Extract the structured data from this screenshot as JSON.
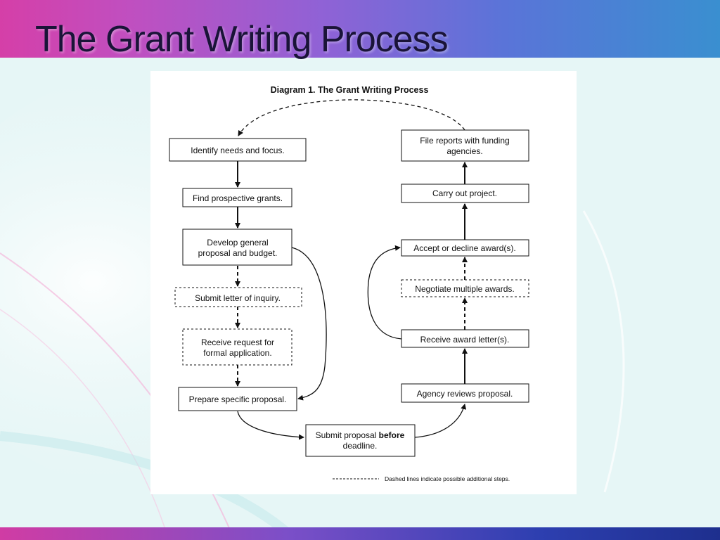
{
  "slide": {
    "title": "The Grant Writing Process"
  },
  "diagram": {
    "heading": "Diagram 1.  The Grant Writing Process",
    "steps": {
      "identify": "Identify needs and focus.",
      "find": "Find prospective grants.",
      "develop_line1": "Develop general",
      "develop_line2": "proposal and budget.",
      "letter_inquiry": "Submit letter of inquiry.",
      "receive_request_line1": "Receive request for",
      "receive_request_line2": "formal application.",
      "prepare": "Prepare specific proposal.",
      "submit_line1_prefix": "Submit proposal ",
      "submit_line1_bold": "before",
      "submit_line2": "deadline.",
      "agency_reviews": "Agency reviews proposal.",
      "receive_award": "Receive award letter(s).",
      "negotiate": "Negotiate multiple awards.",
      "accept": "Accept or decline award(s).",
      "carry_out": "Carry out project.",
      "file_reports_line1": "File reports with funding",
      "file_reports_line2": "agencies."
    },
    "legend": {
      "text": "Dashed lines indicate possible additional steps."
    }
  }
}
